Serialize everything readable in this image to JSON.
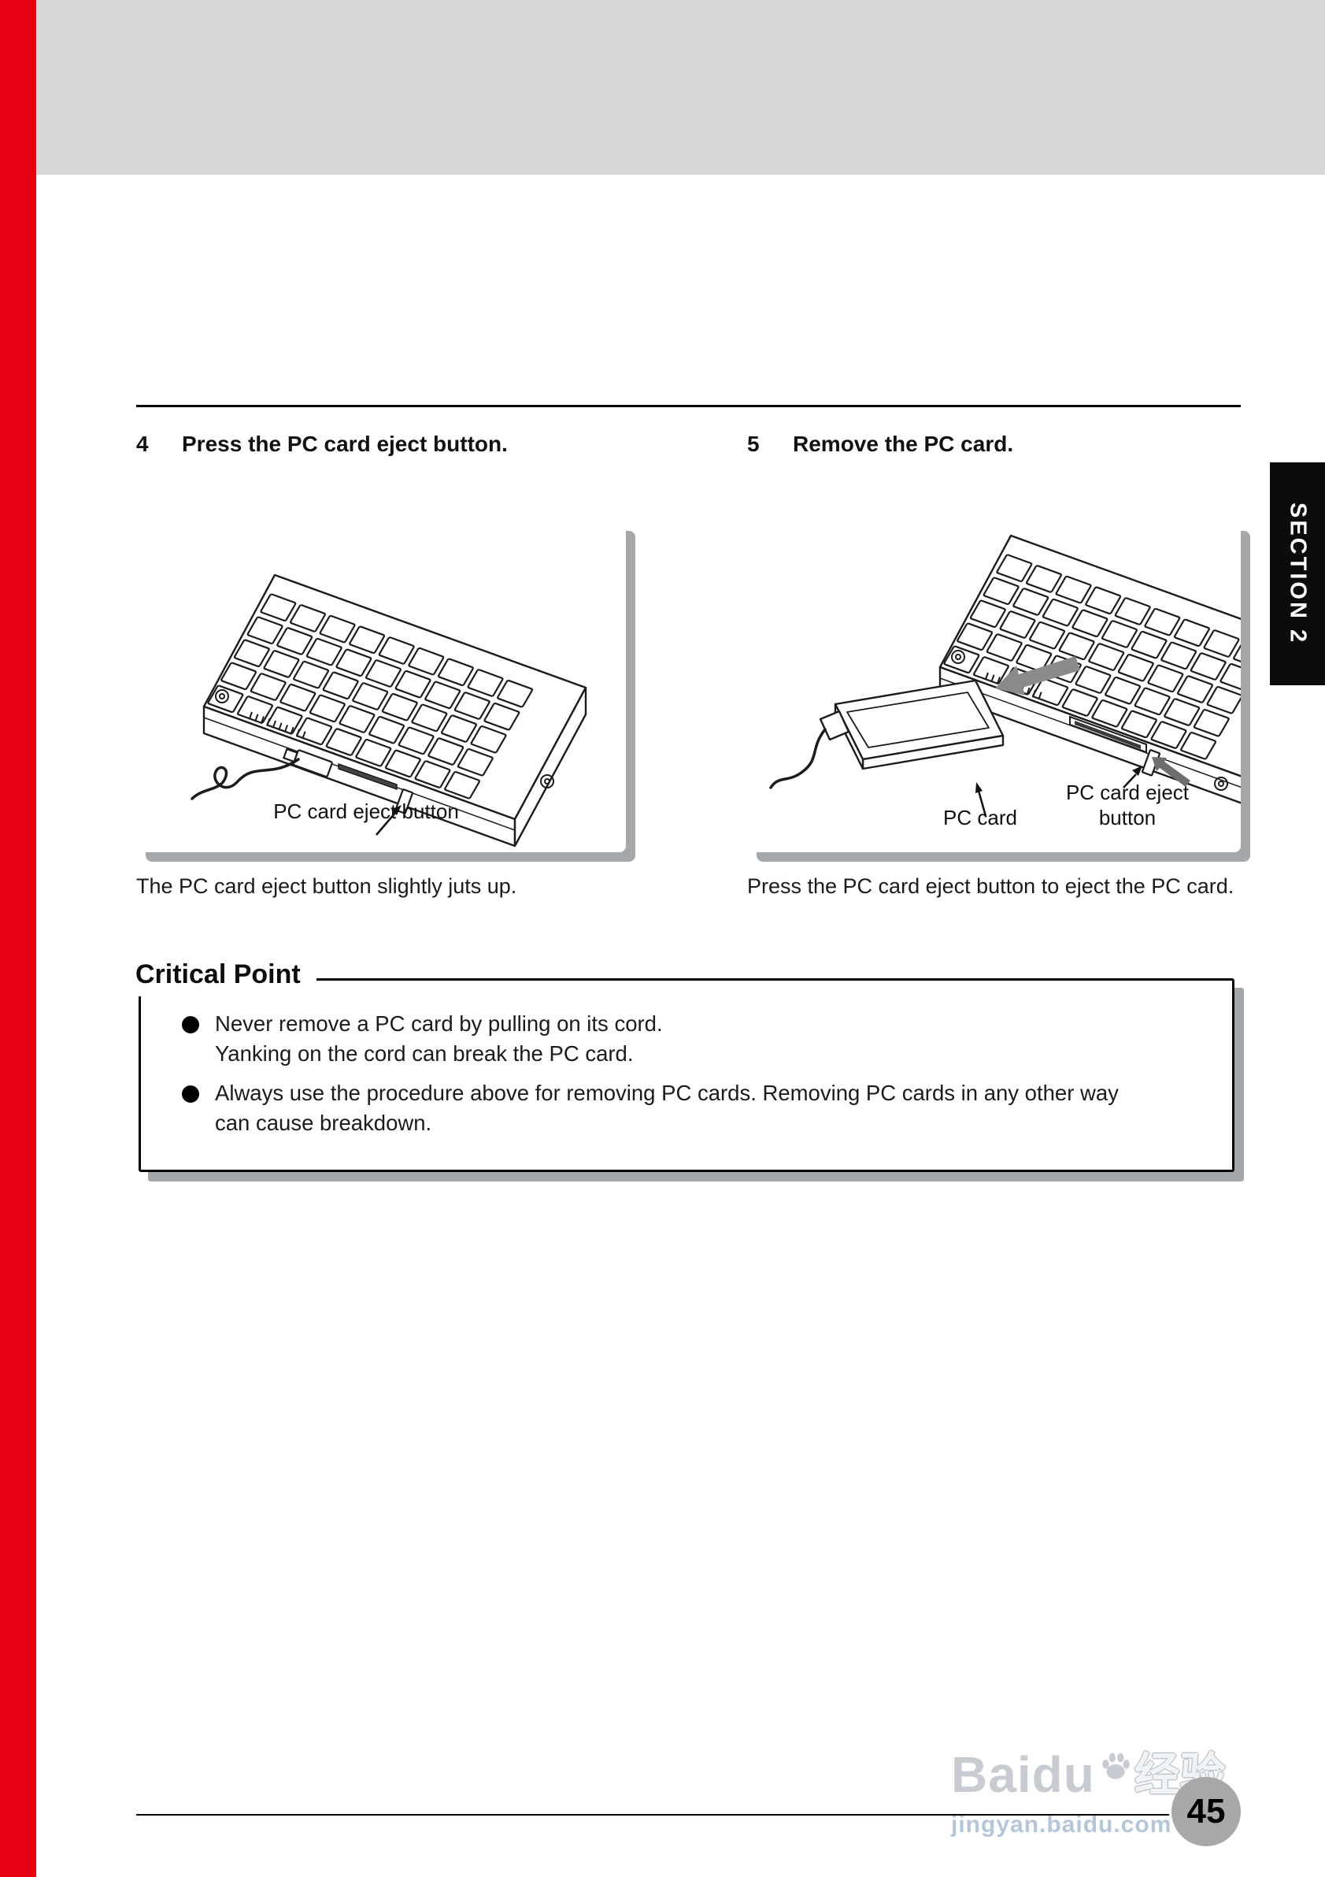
{
  "section_tab": "SECTION 2",
  "step4": {
    "number": "4",
    "title": "Press the PC card eject button.",
    "label_eject_button": "PC card eject button",
    "description": "The PC card eject button slightly juts up."
  },
  "step5": {
    "number": "5",
    "title": "Remove the PC card.",
    "label_pc_card": "PC card",
    "label_eject_button": "PC card eject button",
    "description": "Press the PC card eject button to eject the PC card."
  },
  "critical_point": {
    "heading": "Critical Point",
    "bullet1_line1": "Never remove a PC card by pulling on its cord.",
    "bullet1_line2": "Yanking on the cord can break the PC card.",
    "bullet2": "Always use the procedure above for removing PC cards.  Removing PC cards in any other way can cause breakdown."
  },
  "footer": {
    "page_number": "45",
    "watermark_brand": "Baidu",
    "watermark_cn": "经验",
    "watermark_url": "jingyan.baidu.com"
  }
}
